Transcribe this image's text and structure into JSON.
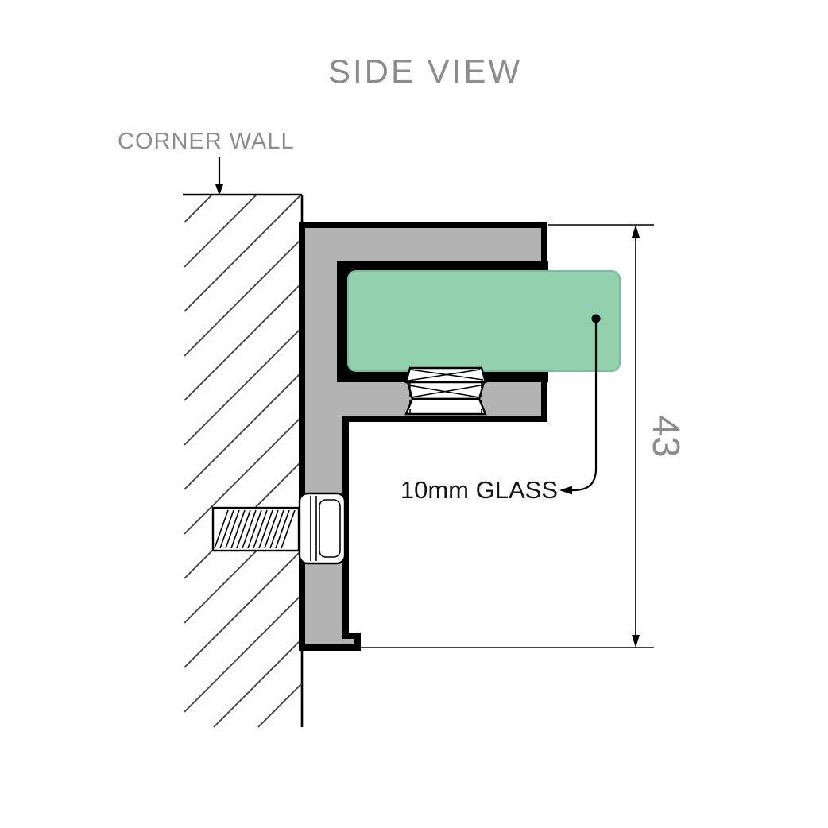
{
  "diagram": {
    "title": "SIDE VIEW",
    "labels": {
      "corner_wall": "CORNER WALL",
      "glass": "10mm GLASS",
      "dimension_height": "43"
    },
    "colors": {
      "glass": "#92d1ad",
      "bracket": "#b3b3b3",
      "slot_black": "#000000",
      "label_gray": "#8d8d8d",
      "ink": "#000000",
      "background": "#ffffff"
    }
  }
}
